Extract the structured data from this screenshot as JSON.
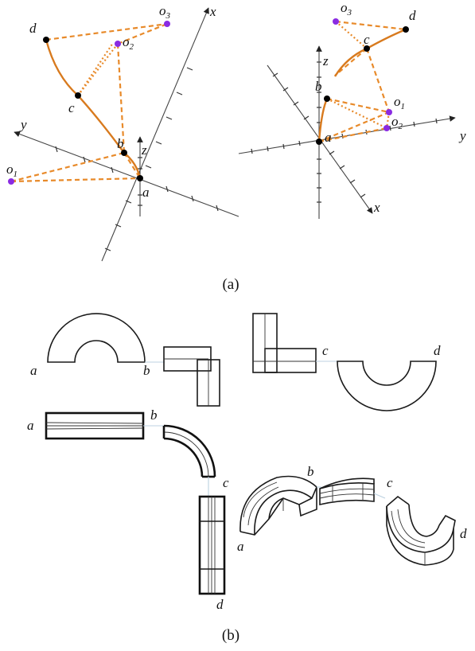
{
  "panel_a": {
    "caption": "(a)",
    "left": {
      "axis_labels": {
        "x": "x",
        "y": "y",
        "z": "z"
      },
      "points": {
        "a": "a",
        "b": "b",
        "c": "c",
        "d": "d"
      },
      "centers": {
        "o1": "o",
        "o1_sub": "1",
        "o2": "o",
        "o2_sub": "2",
        "o3": "o",
        "o3_sub": "3"
      }
    },
    "right": {
      "axis_labels": {
        "x": "x",
        "y": "y",
        "z": "z"
      },
      "points": {
        "a": "a",
        "b": "b",
        "c": "c",
        "d": "d"
      },
      "centers": {
        "o1": "o",
        "o1_sub": "1",
        "o2": "o",
        "o2_sub": "2",
        "o3": "o",
        "o3_sub": "3"
      }
    },
    "colors": {
      "curve": "#d87a1e",
      "dashed": "#e88a2a",
      "center_point": "#8a2be2",
      "point": "#000000"
    }
  },
  "panel_b": {
    "caption": "(b)",
    "top_left_labels": {
      "a": "a",
      "b": "b"
    },
    "top_right_labels": {
      "c": "c",
      "d": "d"
    },
    "middle_left_labels": {
      "a": "a",
      "b": "b",
      "c": "c",
      "d": "d"
    },
    "iso_labels": {
      "a": "a",
      "b": "b",
      "c": "c",
      "d": "d"
    }
  }
}
